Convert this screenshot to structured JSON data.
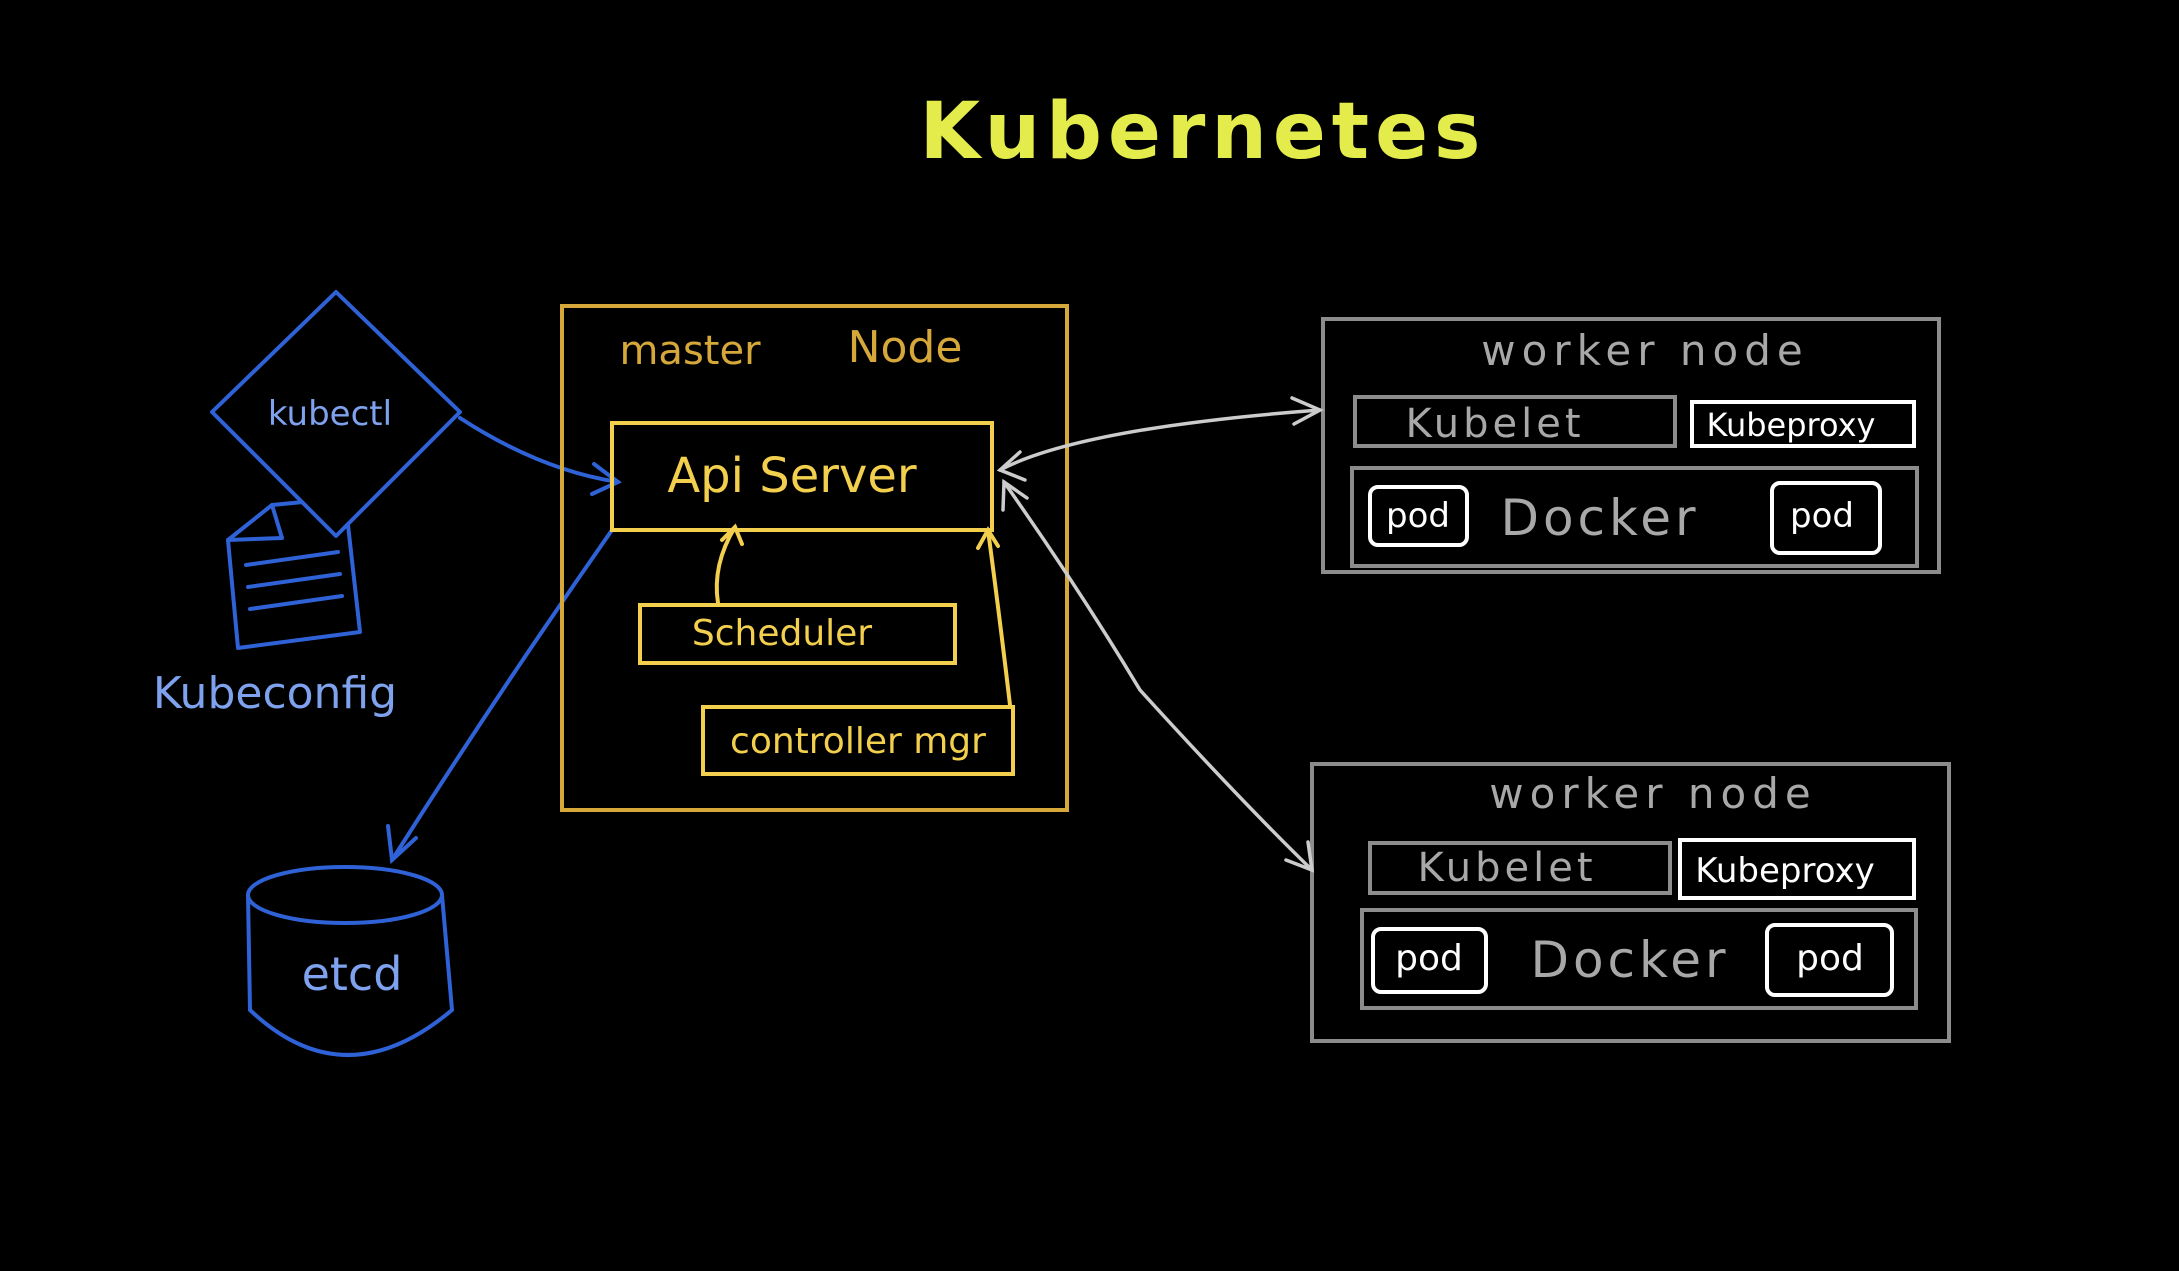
{
  "title": "Kubernetes",
  "colors": {
    "background": "#000000",
    "title": "#e3ec4a",
    "master": "#d6a83a",
    "master_inner": "#f3cf4e",
    "client": "#2f62d6",
    "client_text": "#7ea2ee",
    "worker": "#8c8c8c",
    "worker_text": "#a8a8a8",
    "white": "#ffffff"
  },
  "client": {
    "kubectl_label": "kubectl",
    "kubeconfig_label": "Kubeconfig",
    "etcd_label": "etcd",
    "document_icon": "document-icon"
  },
  "master_node": {
    "label_part1": "master",
    "label_part2": "Node",
    "api_server_label": "Api Server",
    "scheduler_label": "Scheduler",
    "controller_label": "controller mgr"
  },
  "worker_nodes": [
    {
      "label": "worker node",
      "kubelet_label": "Kubelet",
      "kubeproxy_label": "Kubeproxy",
      "docker_label": "Docker",
      "pod_left_label": "pod",
      "pod_right_label": "pod"
    },
    {
      "label": "worker node",
      "kubelet_label": "Kubelet",
      "kubeproxy_label": "Kubeproxy",
      "docker_label": "Docker",
      "pod_left_label": "pod",
      "pod_right_label": "pod"
    }
  ]
}
